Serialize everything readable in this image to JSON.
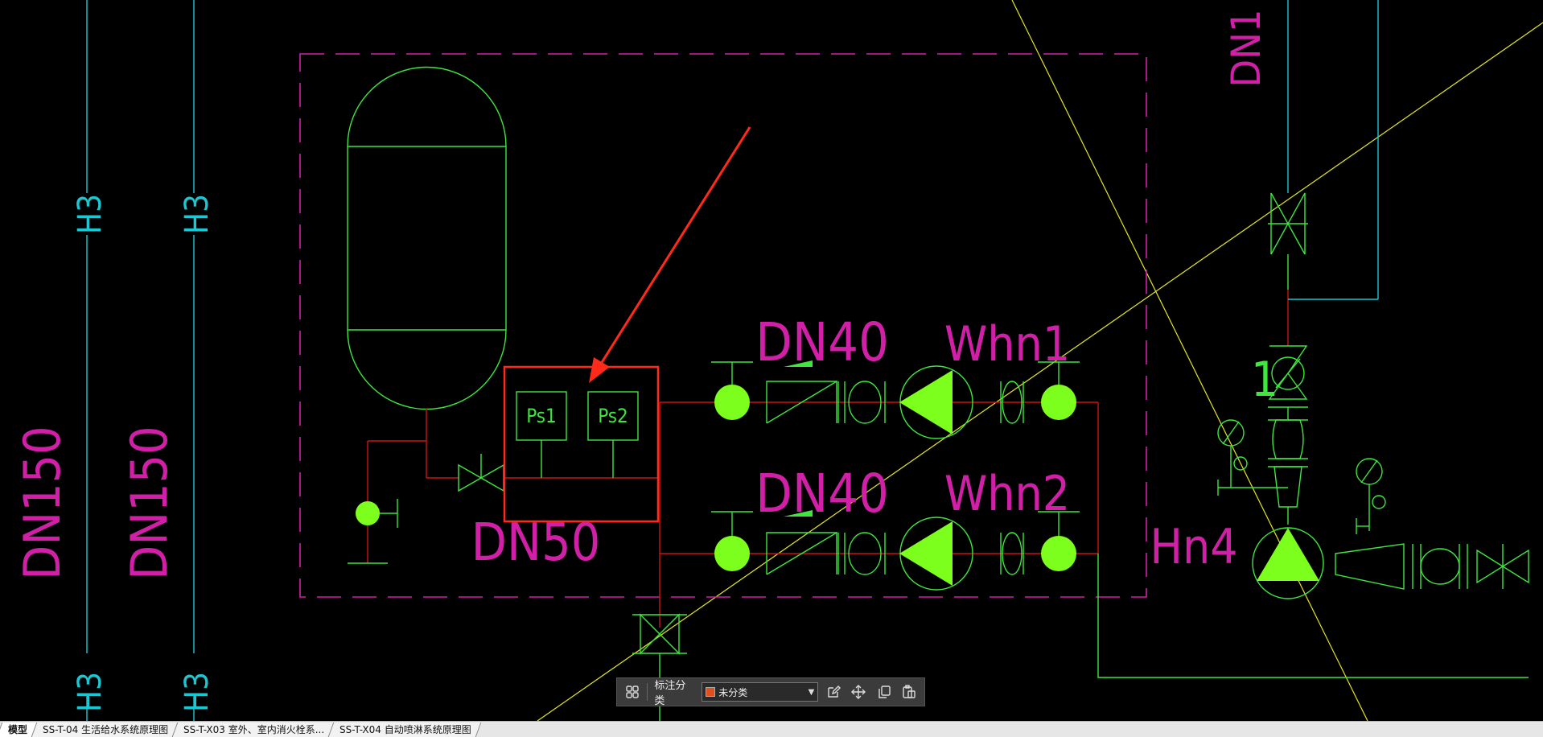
{
  "drawing": {
    "pipe_labels": {
      "left_pipe_1": "DN150",
      "left_pipe_2": "DN150",
      "tank_outlet": "DN50",
      "pump_line_1": "DN40",
      "pump_line_2": "DN40",
      "top_right": "DN1"
    },
    "equipment_labels": {
      "pump_1": "Whn1",
      "pump_2": "Whn2",
      "main_pump": "Hn4",
      "pressure_switch_1": "Ps1",
      "pressure_switch_2": "Ps2",
      "valve_number": "1"
    },
    "riser_tags": [
      "H3",
      "H3",
      "H3",
      "H3"
    ],
    "colors": {
      "background": "#000000",
      "cyan": "#19c8d2",
      "green": "#3ee63e",
      "lime_fill": "#7dff1e",
      "magenta": "#d21fa8",
      "red_pipe": "#c81414",
      "yellow": "#e6e61e",
      "highlight": "#ff2a1a"
    }
  },
  "toolbar": {
    "label": "标注分类",
    "category_value": "未分类",
    "category_color": "#e0501e",
    "icons": [
      "grid-icon",
      "edit-icon",
      "move-icon",
      "copy-icon",
      "paste-icon"
    ]
  },
  "tabs": [
    {
      "label": "模型",
      "active": true
    },
    {
      "label": "SS-T-04 生活给水系统原理图",
      "active": false
    },
    {
      "label": "SS-T-X03  室外、室内消火栓系...",
      "active": false
    },
    {
      "label": "SS-T-X04  自动喷淋系统原理图",
      "active": false
    }
  ]
}
